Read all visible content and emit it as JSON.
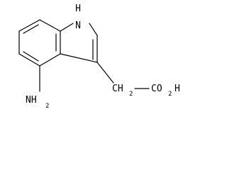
{
  "structure": {
    "labels": {
      "nh_n": "N",
      "nh_h": "H",
      "amine_nh": "NH",
      "amine_sub": "2",
      "ch_c": "CH",
      "ch_sub": "2",
      "acid_co": "CO",
      "acid_sub": "2",
      "acid_h": "H"
    }
  }
}
